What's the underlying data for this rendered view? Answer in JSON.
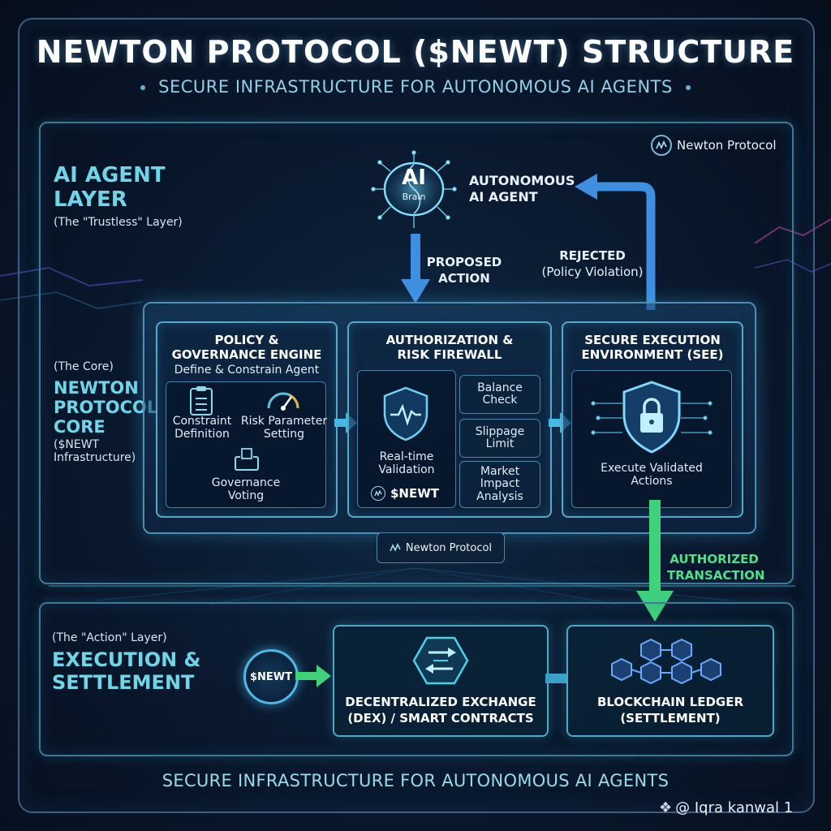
{
  "header": {
    "title": "NEWTON PROTOCOL ($NEWT) STRUCTURE",
    "subtitle": "SECURE INFRASTRUCTURE FOR AUTONOMOUS AI AGENTS"
  },
  "brand": {
    "name": "Newton Protocol"
  },
  "agent_layer": {
    "heading_line1": "AI AGENT",
    "heading_line2": "LAYER",
    "note": "(The \"Trustless\" Layer)",
    "brain_ai": "AI",
    "brain_sub": "Brain",
    "agent_label_line1": "AUTONOMOUS",
    "agent_label_line2": "AI AGENT",
    "proposed_line1": "PROPOSED",
    "proposed_line2": "ACTION",
    "rejected_line1": "REJECTED",
    "rejected_line2": "(Policy Violation)"
  },
  "core_layer": {
    "note": "(The Core)",
    "heading_line1": "NEWTON",
    "heading_line2": "PROTOCOL",
    "heading_line3": "CORE",
    "infra_line1": "($NEWT",
    "infra_line2": "Infrastructure)",
    "policy": {
      "title_line1": "POLICY &",
      "title_line2": "GOVERNANCE ENGINE",
      "subtitle": "Define & Constrain Agent",
      "constraint_line1": "Constraint",
      "constraint_line2": "Definition",
      "risk_line1": "Risk Parameter",
      "risk_line2": "Setting",
      "voting_line1": "Governance",
      "voting_line2": "Voting"
    },
    "firewall": {
      "title_line1": "AUTHORIZATION &",
      "title_line2": "RISK FIREWALL",
      "realtime_line1": "Real-time",
      "realtime_line2": "Validation",
      "token": "$NEWT",
      "checks": [
        {
          "line1": "Balance",
          "line2": "Check",
          "line3": ""
        },
        {
          "line1": "Slippage",
          "line2": "Limit",
          "line3": ""
        },
        {
          "line1": "Market",
          "line2": "Impact",
          "line3": "Analysis"
        }
      ]
    },
    "see": {
      "title_line1": "SECURE EXECUTION",
      "title_line2": "ENVIRONMENT (SEE)",
      "exec_line1": "Execute Validated",
      "exec_line2": "Actions"
    },
    "tab_label": "Newton Protocol",
    "authorized_line1": "AUTHORIZED",
    "authorized_line2": "TRANSACTION"
  },
  "action_layer": {
    "note": "(The \"Action\" Layer)",
    "heading_line1": "EXECUTION &",
    "heading_line2": "SETTLEMENT",
    "token": "$NEWT",
    "dex_line1": "DECENTRALIZED EXCHANGE",
    "dex_line2": "(DEX) / SMART CONTRACTS",
    "ledger_line1": "BLOCKCHAIN LEDGER",
    "ledger_line2": "(SETTLEMENT)"
  },
  "footer": {
    "text": "SECURE INFRASTRUCTURE FOR AUTONOMOUS AI AGENTS"
  },
  "watermark": {
    "text": "@ Iqra kanwal 1"
  },
  "colors": {
    "accent": "#6fd6ea",
    "arrow_blue": "#3f8fe0",
    "arrow_green": "#3fd27a",
    "frame": "#3d7a96"
  }
}
